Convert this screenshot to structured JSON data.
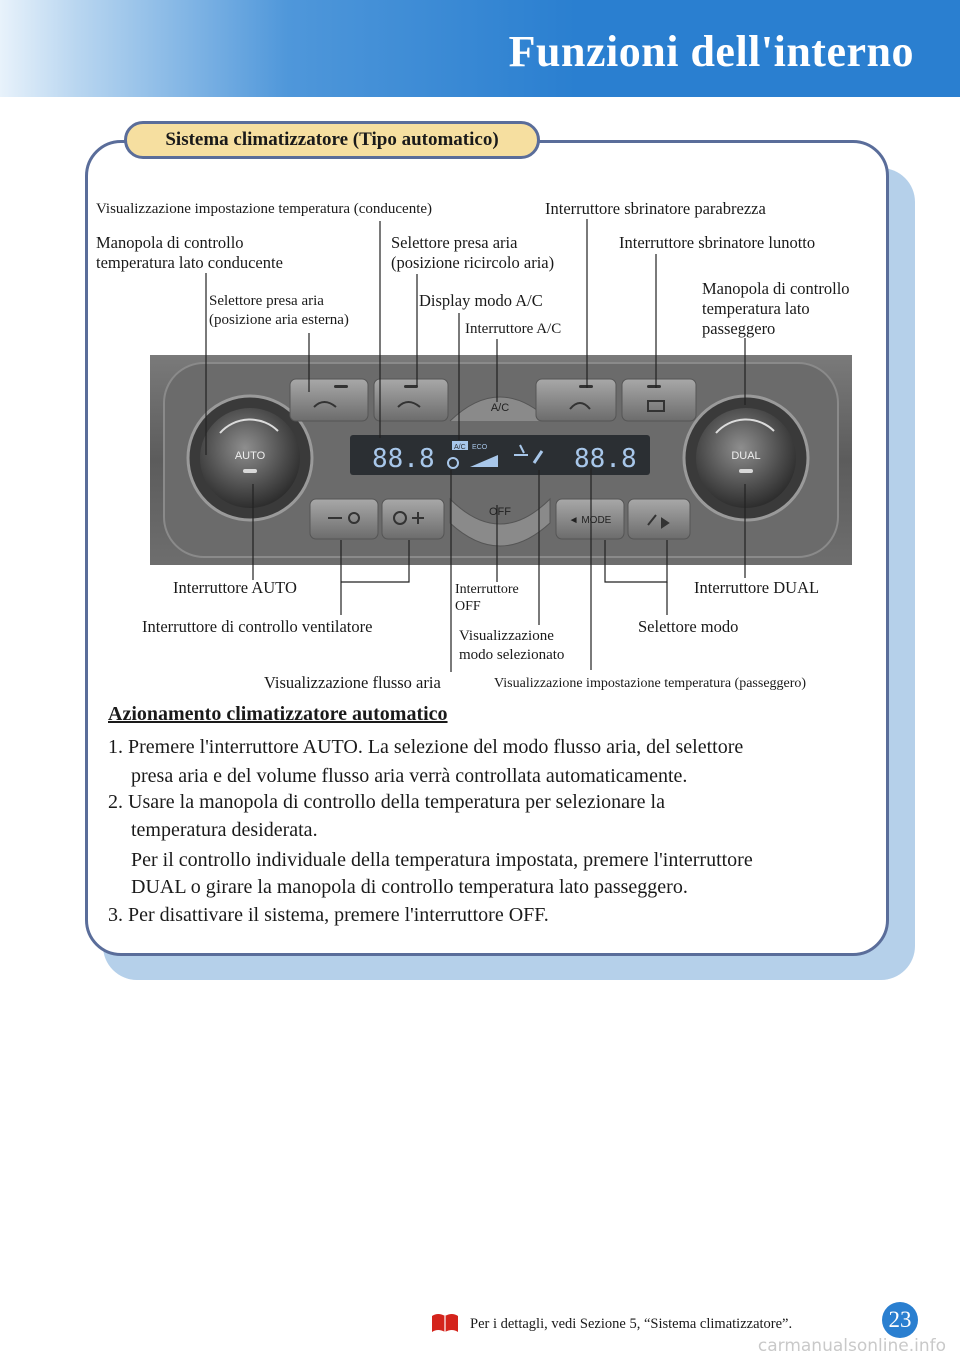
{
  "header": {
    "title": "Funzioni dell'interno"
  },
  "section": {
    "tab_title": "Sistema climatizzatore (Tipo automatico)"
  },
  "labels": {
    "temp_display_driver": "Visualizzazione impostazione temperatura (conducente)",
    "windshield_defroster": "Interruttore sbrinatore parabrezza",
    "driver_knob_l1": "Manopola di controllo",
    "driver_knob_l2": "temperatura lato conducente",
    "recirc_l1": "Selettore presa aria",
    "recirc_l2": "(posizione ricircolo aria)",
    "rear_defroster": "Interruttore sbrinatore lunotto",
    "fresh_l1": "Selettore presa aria",
    "fresh_l2": "(posizione aria esterna)",
    "ac_mode_display": "Display modo A/C",
    "ac_switch": "Interruttore A/C",
    "pass_knob_l1": "Manopola di controllo",
    "pass_knob_l2": "temperatura lato",
    "pass_knob_l3": "passeggero",
    "auto_switch": "Interruttore AUTO",
    "off_l1": "Interruttore",
    "off_l2": "OFF",
    "dual_switch": "Interruttore DUAL",
    "fan_control": "Interruttore di controllo ventilatore",
    "mode_display_l1": "Visualizzazione",
    "mode_display_l2": "modo selezionato",
    "mode_selector": "Selettore modo",
    "airflow_display": "Visualizzazione flusso aria",
    "temp_display_passenger": "Visualizzazione impostazione temperatura (passeggero)"
  },
  "panel": {
    "auto": "AUTO",
    "dual": "DUAL",
    "ac": "A/C",
    "off": "OFF",
    "mode": "◄ MODE",
    "temp_left": "88.8",
    "temp_right": "88.8",
    "ac_badge": "A/C",
    "eco_badge": "ECO"
  },
  "instructions": {
    "heading": "Azionamento climatizzatore automatico",
    "s1_l1": "1. Premere l'interruttore AUTO. La selezione del modo flusso aria, del selettore",
    "s1_l2": "presa aria e del volume flusso aria verrà controllata automaticamente.",
    "s2_l1": "2. Usare la manopola di controllo della temperatura per selezionare la",
    "s2_l2": "temperatura desiderata.",
    "s2_l3": "Per il controllo individuale della temperatura impostata, premere l'interruttore",
    "s2_l4": "DUAL o girare la manopola di controllo temperatura lato passeggero.",
    "s3": "3. Per disattivare il sistema, premere l'interruttore OFF."
  },
  "footer": {
    "note": "Per i dettagli, vedi Sezione 5, “Sistema climatizzatore”.",
    "page_number": "23",
    "watermark": "carmanualsonline.info"
  },
  "colors": {
    "header_blue": "#2a7fd0",
    "frame_border": "#5a6d9a",
    "tab_fill": "#f6dfa0",
    "shadow_blue": "#b5d0ea"
  }
}
